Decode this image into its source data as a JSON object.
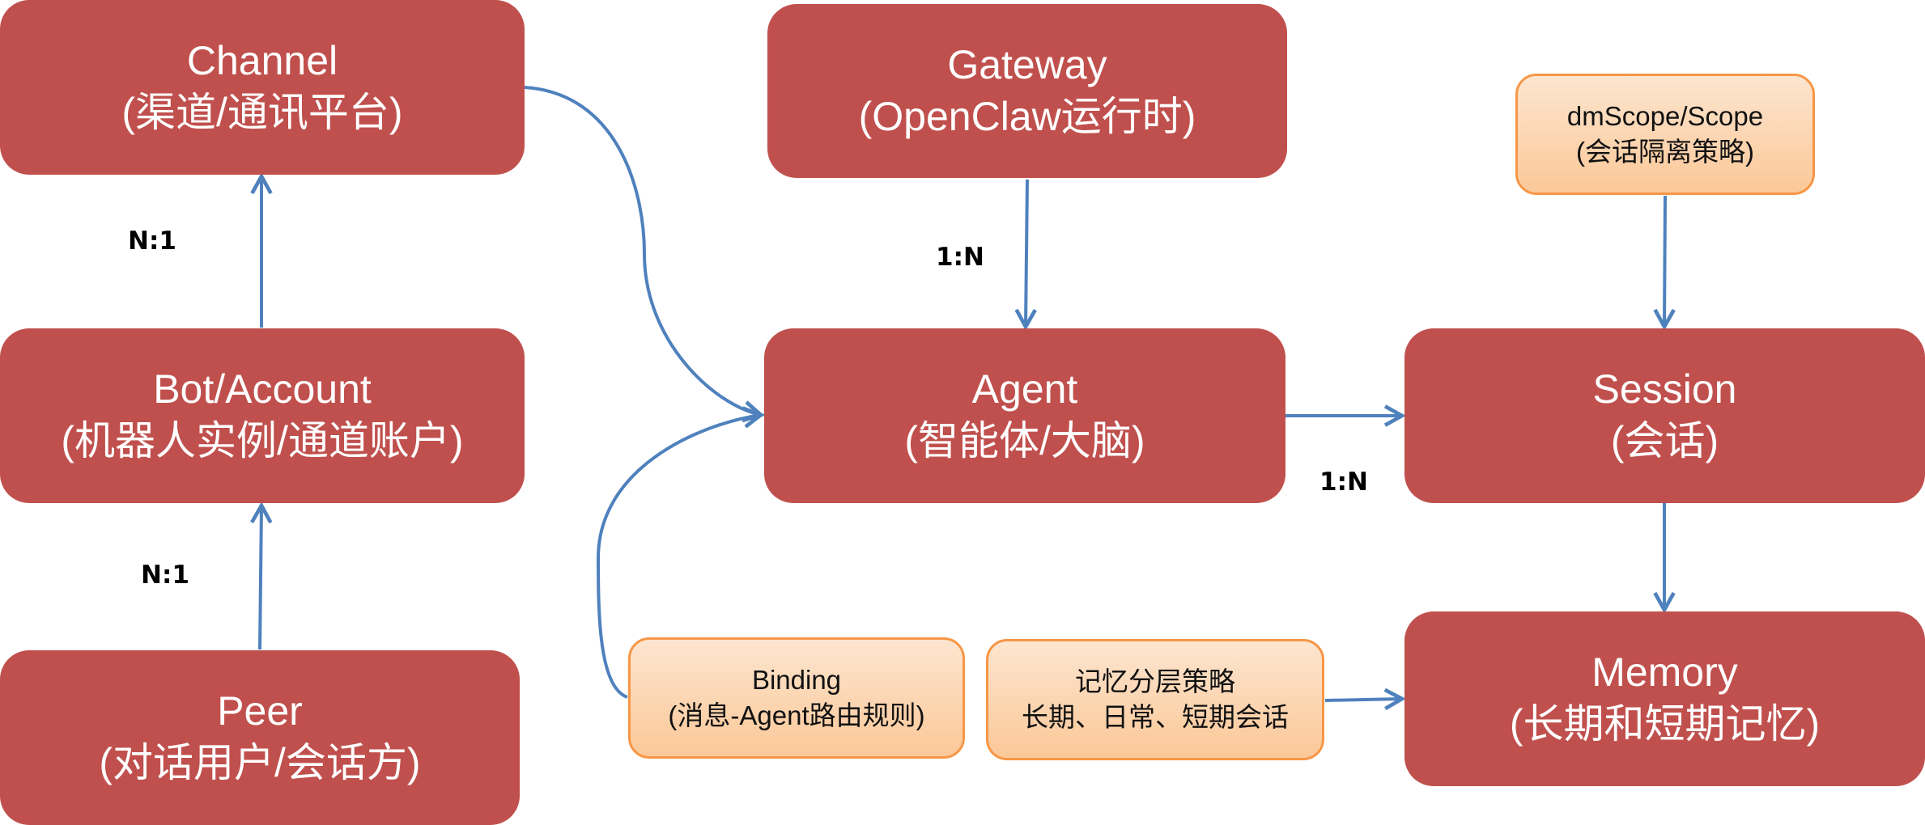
{
  "diagram": {
    "nodes": {
      "channel": {
        "title": "Channel",
        "subtitle": "(渠道/通讯平台)"
      },
      "bot": {
        "title": "Bot/Account",
        "subtitle": "(机器人实例/通道账户)"
      },
      "peer": {
        "title": "Peer",
        "subtitle": "(对话用户/会话方)"
      },
      "gateway": {
        "title": "Gateway",
        "subtitle": "(OpenClaw运行时)"
      },
      "agent": {
        "title": "Agent",
        "subtitle": "(智能体/大脑)"
      },
      "session": {
        "title": "Session",
        "subtitle": "(会话)"
      },
      "memory": {
        "title": "Memory",
        "subtitle": "(长期和短期记忆)"
      },
      "scope": {
        "title": "dmScope/Scope",
        "subtitle": "(会话隔离策略)"
      },
      "binding": {
        "title": "Binding",
        "subtitle": "(消息-Agent路由规则)"
      },
      "memstrategy": {
        "title": "记忆分层策略",
        "subtitle": "长期、日常、短期会话"
      }
    },
    "edges": [
      {
        "from": "bot",
        "to": "channel",
        "label": "N:1"
      },
      {
        "from": "peer",
        "to": "bot",
        "label": "N:1"
      },
      {
        "from": "channel",
        "to": "agent",
        "label": ""
      },
      {
        "from": "binding",
        "to": "agent",
        "label": ""
      },
      {
        "from": "gateway",
        "to": "agent",
        "label": "1:N"
      },
      {
        "from": "agent",
        "to": "session",
        "label": "1:N"
      },
      {
        "from": "scope",
        "to": "session",
        "label": ""
      },
      {
        "from": "session",
        "to": "memory",
        "label": ""
      },
      {
        "from": "memstrategy",
        "to": "memory",
        "label": ""
      }
    ],
    "colors": {
      "node": "#c0504d",
      "policy_border": "#f79646",
      "edge": "#4f81bd"
    }
  }
}
